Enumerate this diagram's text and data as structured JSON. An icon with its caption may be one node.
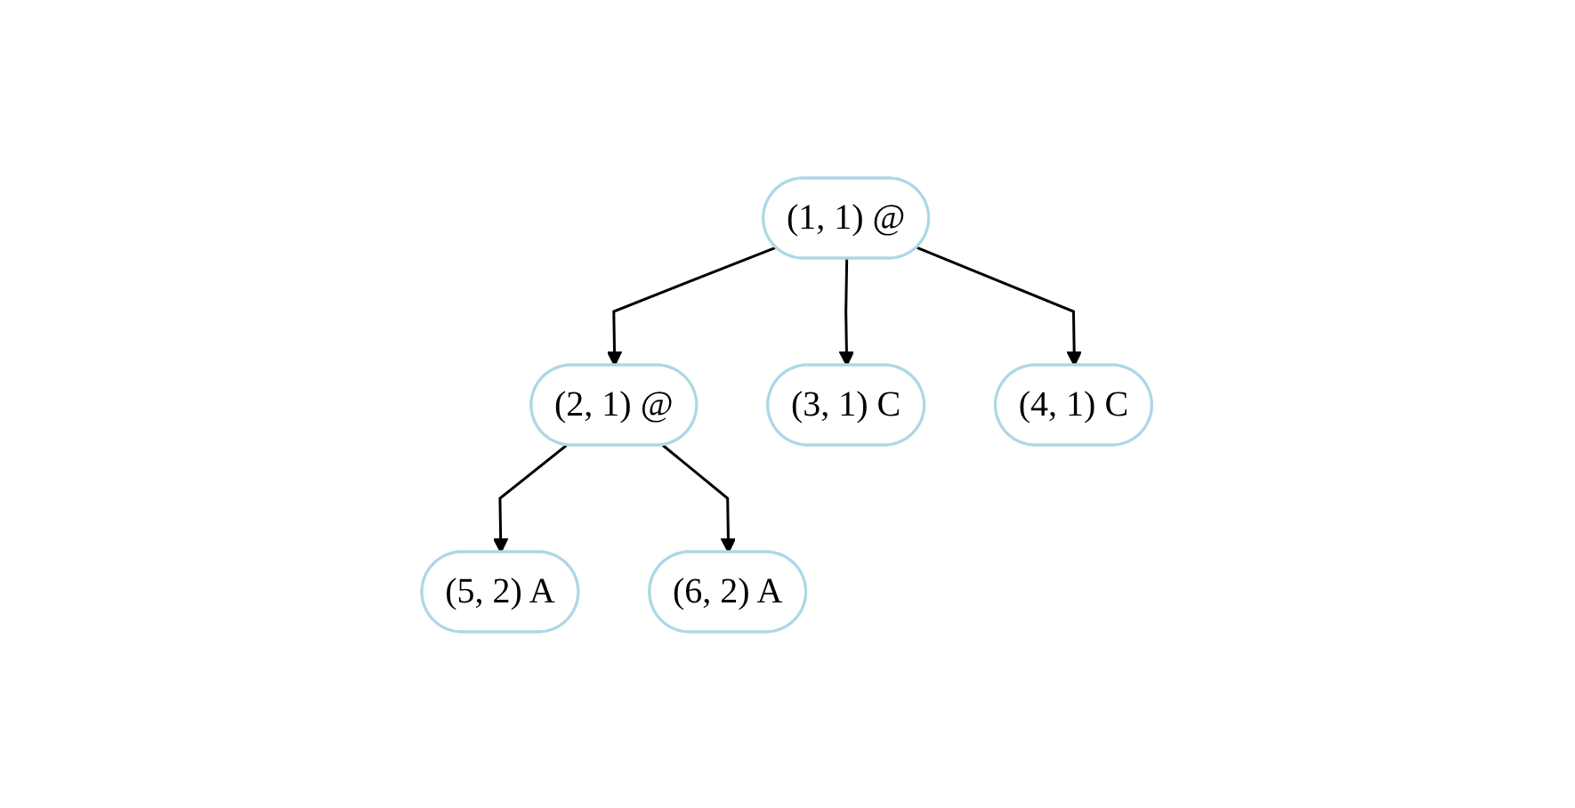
{
  "diagram": {
    "nodes": [
      {
        "text": [
          "(1, 1) @"
        ]
      },
      {
        "text": [
          "(2, 1) @"
        ]
      },
      {
        "text": [
          "(3, 1) C"
        ]
      },
      {
        "text": [
          "(4, 1) C"
        ]
      },
      {
        "text": [
          "(5, 2) A"
        ]
      },
      {
        "text": [
          "(6, 2) A"
        ]
      }
    ],
    "edges": [
      {
        "from": 0,
        "to": 1,
        "arrow": "to"
      },
      {
        "from": 0,
        "to": 2,
        "arrow": "to"
      },
      {
        "from": 0,
        "to": 3,
        "arrow": "to"
      },
      {
        "from": 1,
        "to": 4,
        "arrow": "to"
      },
      {
        "from": 1,
        "to": 5,
        "arrow": "to"
      }
    ]
  }
}
